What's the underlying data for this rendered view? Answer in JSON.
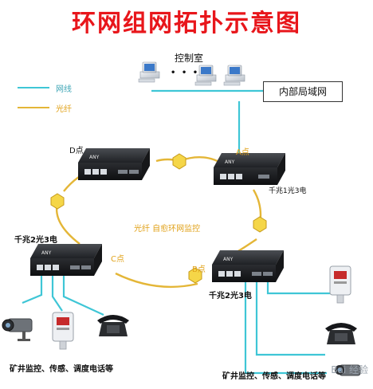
{
  "title": "环网组网拓扑示意图",
  "control_room": "控制室",
  "dots": "• • •",
  "lan": "内部局域网",
  "legend": {
    "network_line": "网线",
    "fiber": "光纤",
    "network_color": "#3fc6d6",
    "fiber_color": "#e4b637"
  },
  "nodes": {
    "a": "A点",
    "b": "B点",
    "c": "C点",
    "d": "D点"
  },
  "port_labels": {
    "a": "千兆1光3电",
    "b": "千兆2光3电",
    "c": "千兆2光3电"
  },
  "device_brand": "ANY",
  "ring_label": "光纤 自愈环网监控",
  "bottom_left": "矿井监控、传感、调度电话等",
  "bottom_right": "矿井监控、传感、调度电话等",
  "watermark": "Bai 经验"
}
